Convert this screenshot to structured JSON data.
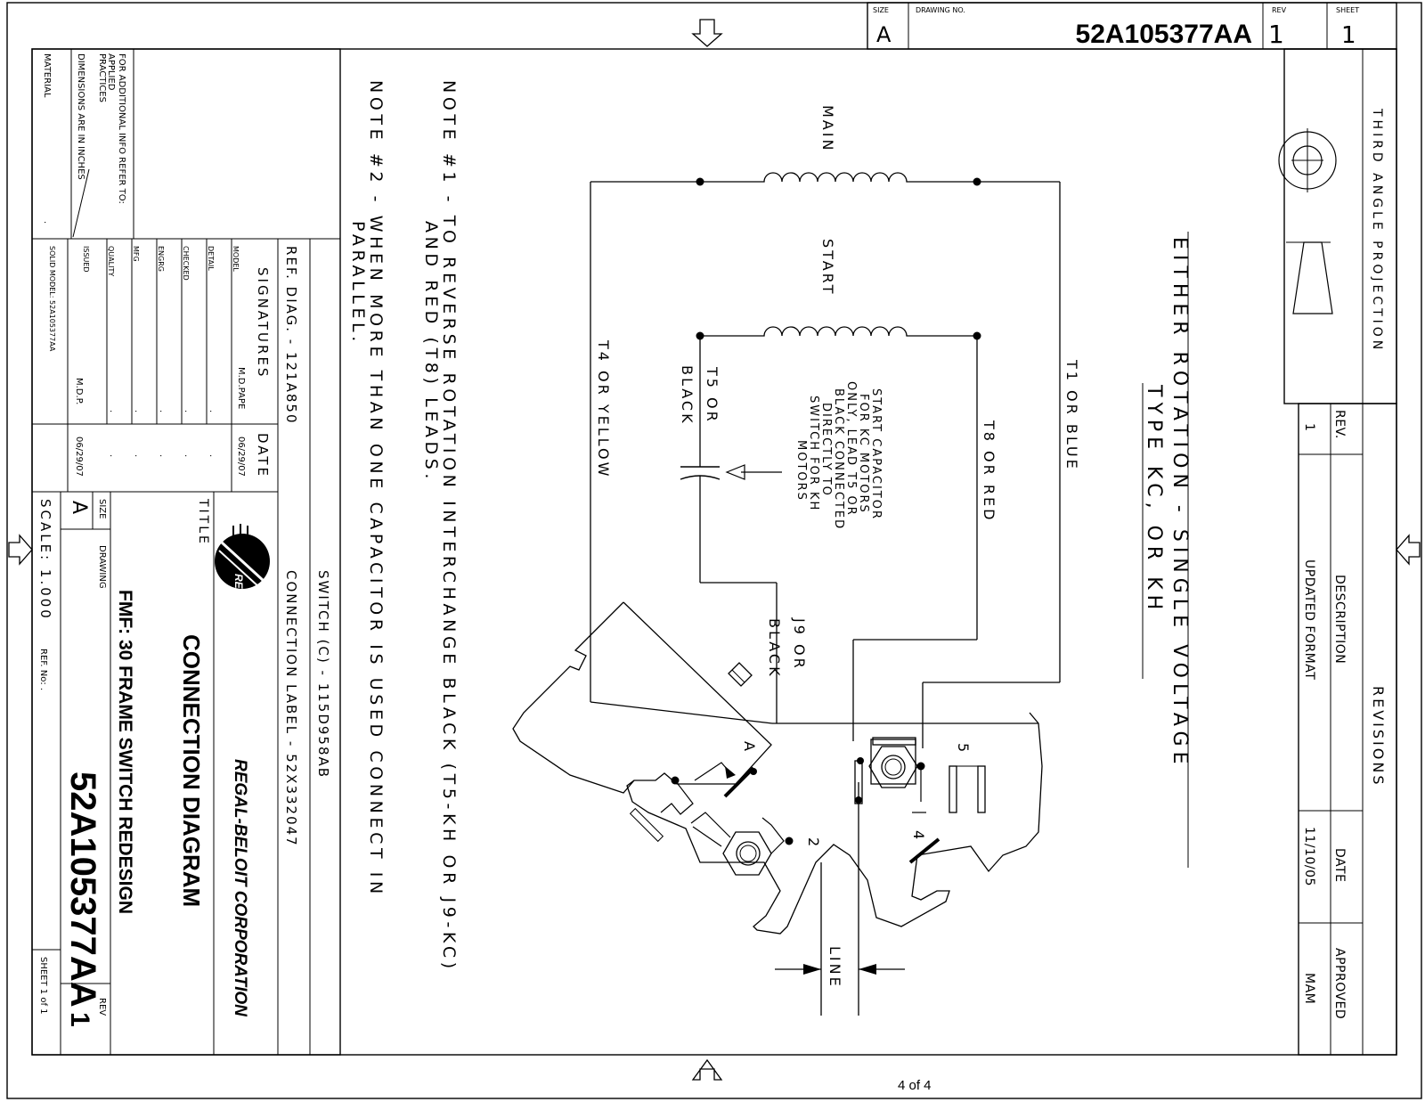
{
  "header": {
    "size_label": "SIZE",
    "size": "A",
    "drawing_no_label": "DRAWING NO.",
    "drawing_no": "52A105377AA",
    "rev_label": "REV",
    "rev": "1",
    "sheet_label": "SHEET",
    "sheet": "1"
  },
  "projection": {
    "label": "THIRD ANGLE PROJECTION"
  },
  "revisions": {
    "title": "REVISIONS",
    "col_rev": "REV.",
    "col_description": "DESCRIPTION",
    "col_date": "DATE",
    "col_approved": "APPROVED",
    "row_rev": "1",
    "row_description": "UPDATED FORMAT",
    "row_date": "11/10/05",
    "row_approved": "MAM"
  },
  "diagram": {
    "heading_line1": "EITHER ROTATION - SINGLE VOLTAGE",
    "heading_line2": "TYPE KC, OR KH",
    "main_label": "MAIN",
    "start_label": "START",
    "t1": "T1 OR BLUE",
    "t8": "T8 OR RED",
    "t4": "T4 OR YELLOW",
    "t5_line1": "T5 OR",
    "t5_line2": "BLACK",
    "j9_line1": "J9 OR",
    "j9_line2": "BLACK",
    "cap_note_1": "START CAPACITOR",
    "cap_note_2": "FOR KC MOTORS",
    "cap_note_3": "ONLY, LEAD T5 OR",
    "cap_note_4": "BLACK CONNECTED",
    "cap_note_5": "DIRECTLY TO",
    "cap_note_6": "SWITCH FOR KH",
    "cap_note_7": "MOTORS",
    "line_label": "LINE",
    "terminal_a": "A",
    "terminal_2": "2",
    "terminal_4": "4",
    "terminal_5": "5"
  },
  "notes": {
    "note1_line1": "NOTE #1 - TO REVERSE ROTATION INTERCHANGE BLACK (T5-KH OR J9-KC)",
    "note1_line2": "AND RED (T8) LEADS.",
    "note2_line1": "NOTE #2 - WHEN MORE THAN ONE CAPACITOR IS USED CONNECT IN",
    "note2_line2": "PARALLEL."
  },
  "title_block": {
    "info_refer": "FOR ADDITIONAL INFO REFER TO:",
    "applied": "APPLIED",
    "practices": "PRACTICES",
    "dimensions": "DIMENSIONS ARE IN INCHES",
    "material": "MATERIAL",
    "dot": ".",
    "ref_diag": "REF. DIAG. - 121A850",
    "switch": "SWITCH (C) - 115D958AB",
    "connection_label": "CONNECTION LABEL - 52X332047",
    "signatures": "SIGNATURES",
    "date_label": "DATE",
    "model": "MODEL",
    "detail": "DETAIL",
    "checked": "CHECKED",
    "engrg": "ENGRG",
    "mfg": "MFG",
    "quality": "QUALITY",
    "issued": "ISSUED",
    "solid_model": "SOLID MODEL: 52A105377AA",
    "model_sig": "M.D.PAPE",
    "model_date": "06/29/07",
    "issued_sig": "M.D.P.",
    "issued_date": "06/29/07",
    "logo_text": "REGAL BELOIT",
    "company": "REGAL-BELOIT CORPORATION",
    "title_label": "TITLE",
    "title_line1": "CONNECTION DIAGRAM",
    "title_line2": "FMF: 30 FRAME SWITCH REDESIGN",
    "size_label": "SIZE",
    "size": "A",
    "drawing_label": "DRAWING",
    "drawing_no": "52A105377AA",
    "rev_label": "REV",
    "rev": "1",
    "scale": "SCALE: 1.000",
    "ref_no": "REF. No: .",
    "sheet": "SHEET 1 of 1"
  },
  "footer": {
    "page": "4 of 4"
  }
}
